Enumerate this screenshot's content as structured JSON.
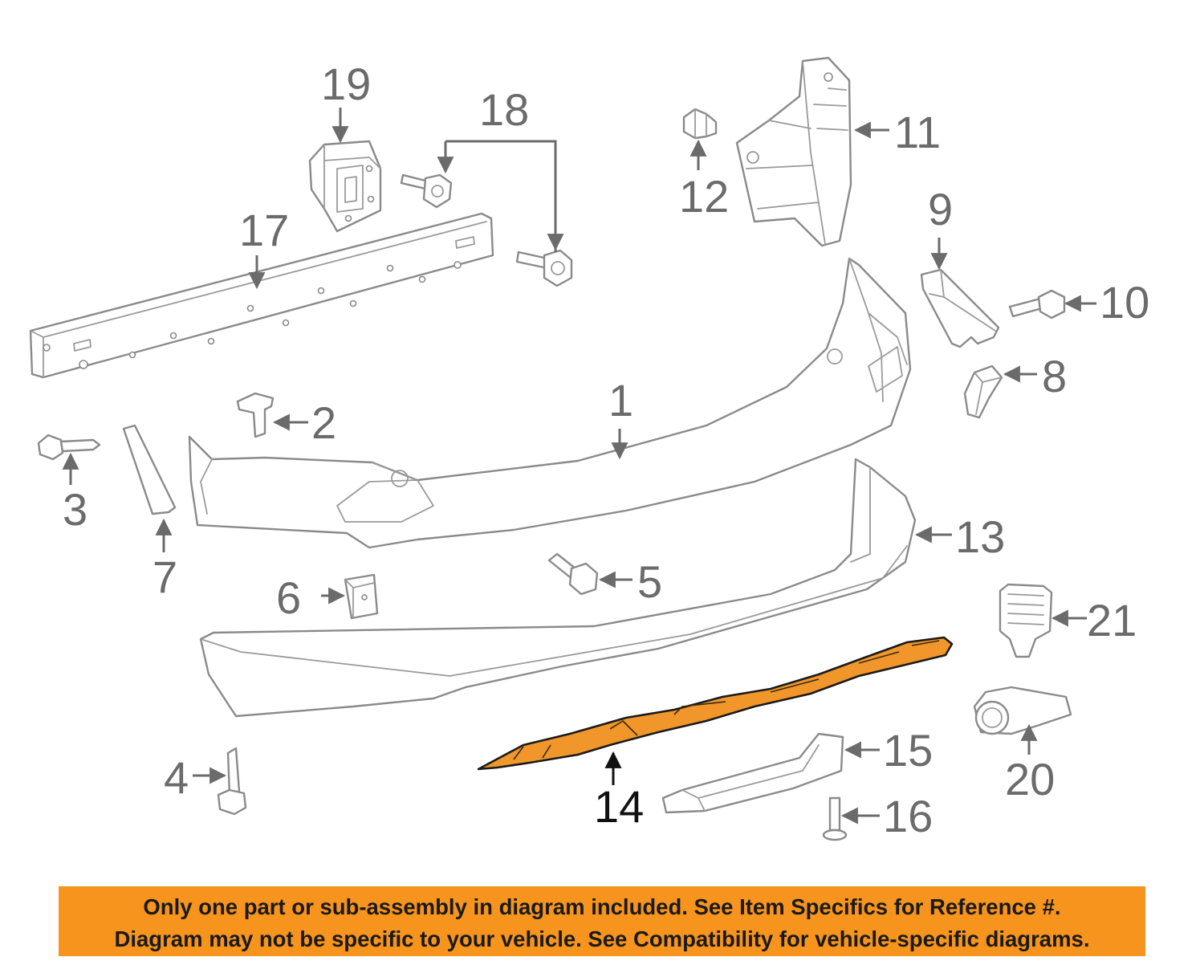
{
  "callouts": [
    {
      "id": "1",
      "text": "1"
    },
    {
      "id": "2",
      "text": "2"
    },
    {
      "id": "3",
      "text": "3"
    },
    {
      "id": "4",
      "text": "4"
    },
    {
      "id": "5",
      "text": "5"
    },
    {
      "id": "6",
      "text": "6"
    },
    {
      "id": "7",
      "text": "7"
    },
    {
      "id": "8",
      "text": "8"
    },
    {
      "id": "9",
      "text": "9"
    },
    {
      "id": "10",
      "text": "10"
    },
    {
      "id": "11",
      "text": "11"
    },
    {
      "id": "12",
      "text": "12"
    },
    {
      "id": "13",
      "text": "13"
    },
    {
      "id": "14",
      "text": "14",
      "highlighted": true
    },
    {
      "id": "15",
      "text": "15"
    },
    {
      "id": "16",
      "text": "16"
    },
    {
      "id": "17",
      "text": "17"
    },
    {
      "id": "18",
      "text": "18"
    },
    {
      "id": "19",
      "text": "19"
    },
    {
      "id": "20",
      "text": "20"
    },
    {
      "id": "21",
      "text": "21"
    }
  ],
  "highlight_color": "#f0962a",
  "banner": {
    "line1": "Only one part or sub-assembly in diagram included. See Item Specifics for Reference #.",
    "line2": "Diagram may not be specific to your vehicle. See Compatibility for vehicle-specific diagrams.",
    "background": "#f7941d"
  }
}
